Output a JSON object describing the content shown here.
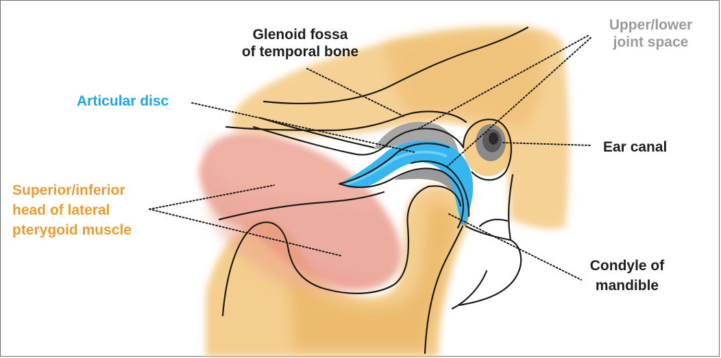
{
  "labels": {
    "glenoid_fossa": [
      "Glenoid fossa",
      "of temporal bone"
    ],
    "joint_space": [
      "Upper/lower",
      "joint space"
    ],
    "articular_disc": "Articular disc",
    "ear_canal": "Ear canal",
    "lateral_pterygoid": [
      "Superior/inferior",
      "head of lateral",
      "pterygoid muscle"
    ],
    "condyle": [
      "Condyle of",
      "mandible"
    ]
  },
  "colors": {
    "bone": "#f2c272",
    "bone_dark": "#e3a64a",
    "muscle": "#e58a78",
    "muscle_light": "#f3b8a8",
    "disc": "#36b6ee",
    "joint_space": "#9c9c9c",
    "outline": "#1a1a1a"
  }
}
